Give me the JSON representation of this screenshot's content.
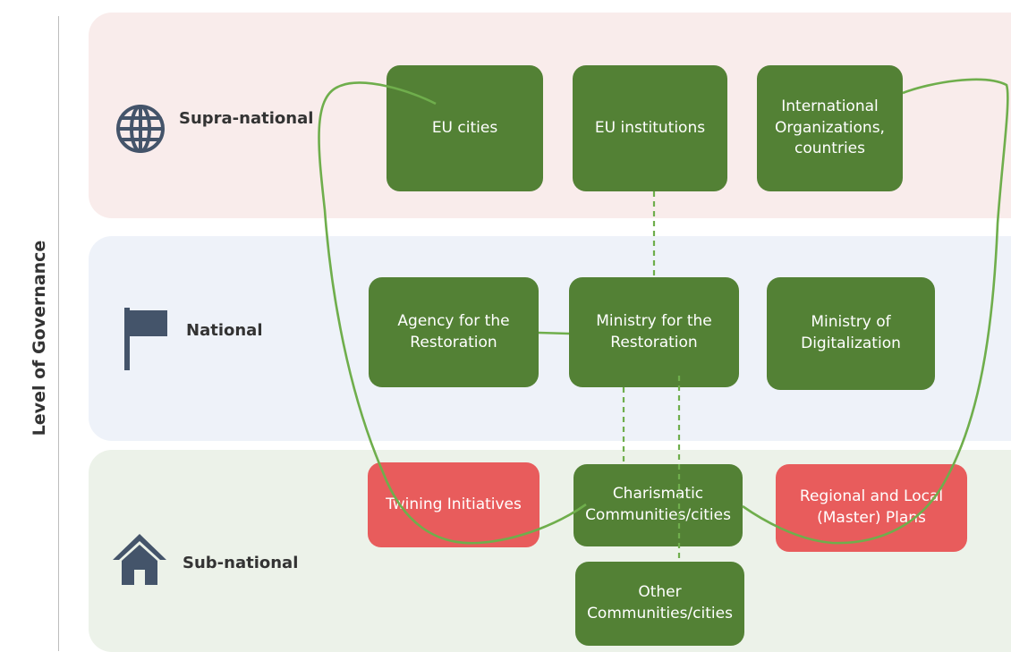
{
  "axis_title": "Level of Governance",
  "colors": {
    "supra_band": "#f9eceb",
    "national_band": "#eef2f9",
    "sub_band": "#ecf2e9",
    "actor_green": "#538135",
    "actor_red": "#e85c5c",
    "loop_line": "#6fae4c",
    "dashed_line": "#6fae4c",
    "icon_color": "#44546a"
  },
  "levels": {
    "supra": {
      "label": "Supra-national",
      "icon": "globe-icon"
    },
    "national": {
      "label": "National",
      "icon": "flag-icon"
    },
    "sub": {
      "label": "Sub-national",
      "icon": "house-icon"
    }
  },
  "nodes": {
    "eu_cities": "EU cities",
    "eu_institutions": "EU institutions",
    "international_orgs": "International Organizations, countries",
    "agency_restoration": "Agency for the Restoration",
    "ministry_restoration": "Ministry for the Restoration",
    "ministry_digitalization": "Ministry of Digitalization",
    "twining": "Twining Initiatives",
    "charismatic": "Charismatic Communities/cities",
    "regional_plans": "Regional and Local (Master) Plans",
    "other_communities": "Other Communities/cities"
  }
}
